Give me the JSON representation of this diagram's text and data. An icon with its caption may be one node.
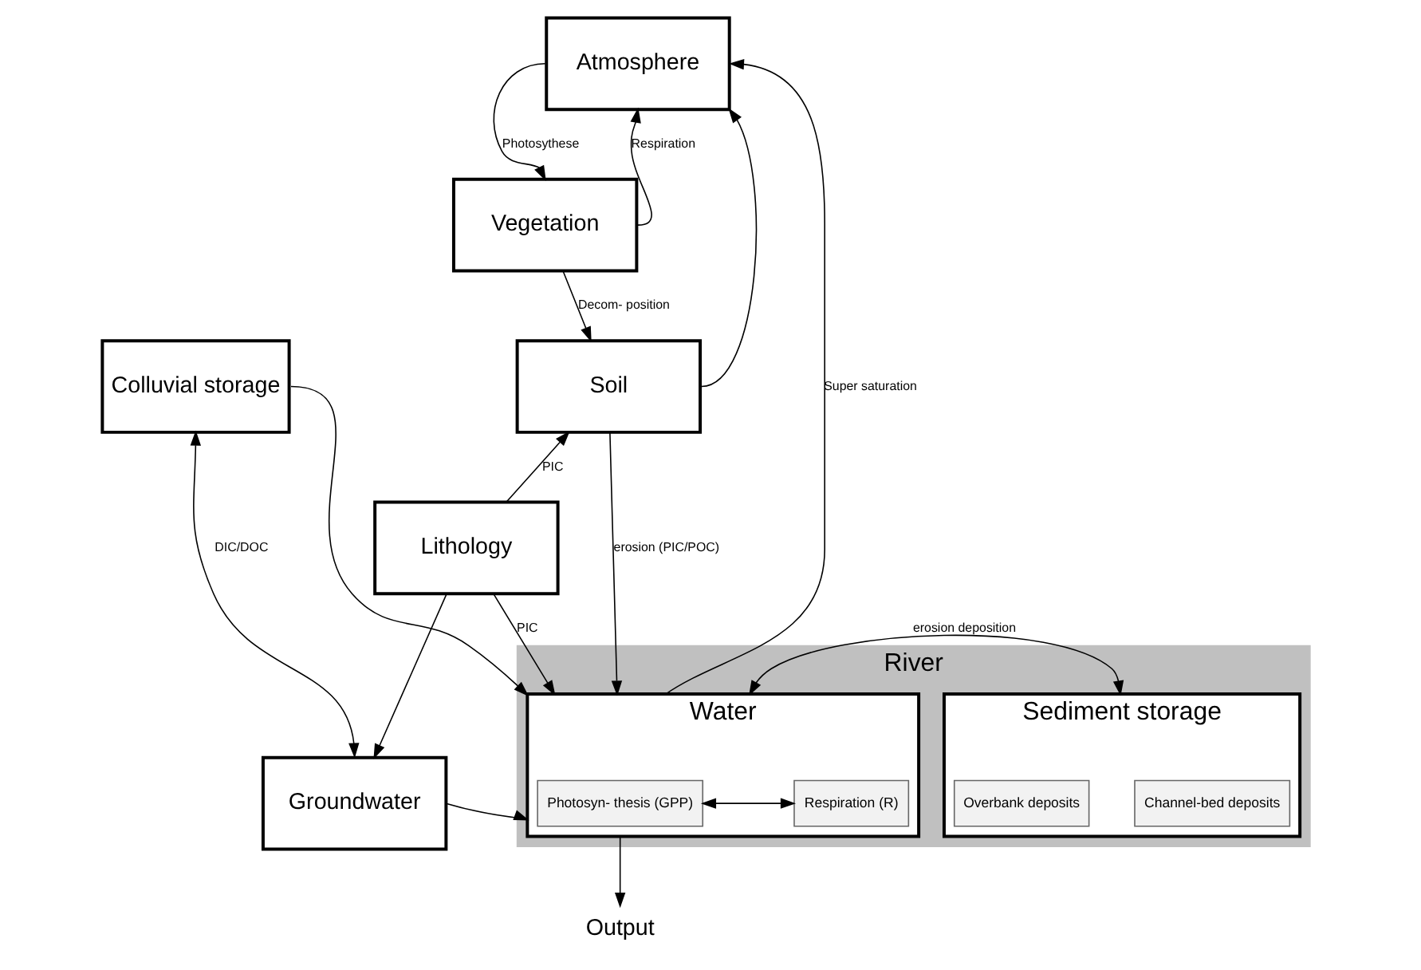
{
  "diagram": {
    "nodes": [
      {
        "text": [
          "Atmosphere"
        ]
      },
      {
        "text": [
          "Vegetation"
        ]
      },
      {
        "text": [
          "Soil"
        ]
      },
      {
        "text": [
          "Colluvial storage"
        ]
      },
      {
        "text": [
          "Groundwater"
        ]
      },
      {
        "text": [
          "Lithology"
        ]
      },
      {
        "text": [
          "River"
        ]
      },
      {
        "text": [
          "Water"
        ],
        "in": 6
      },
      {
        "text": [
          "Photosyn- thesis (GPP)"
        ],
        "in": 7
      },
      {
        "text": [
          "Respiration (R)"
        ],
        "in": 7
      },
      {
        "text": [
          "Sediment storage"
        ],
        "in": 6
      },
      {
        "text": [
          "Channel-bed deposits"
        ],
        "in": 10
      },
      {
        "text": [
          "Overbank deposits"
        ],
        "in": 10
      },
      {
        "text": [
          "Output"
        ]
      }
    ],
    "edges": [
      {
        "from": 0,
        "to": 1,
        "arrow": "to",
        "label": "Photosythese"
      },
      {
        "from": 1,
        "to": 0,
        "arrow": "to",
        "label": "Respiration"
      },
      {
        "from": 2,
        "to": 0,
        "arrow": "to"
      },
      {
        "from": 7,
        "to": 0,
        "arrow": "to",
        "label": "Super saturation"
      },
      {
        "from": 1,
        "to": 2,
        "arrow": "to",
        "label": "Decom- position"
      },
      {
        "from": 5,
        "to": 2,
        "arrow": "to",
        "label": "PIC"
      },
      {
        "from": 2,
        "to": 7,
        "arrow": "to",
        "label": "erosion (PIC/POC)"
      },
      {
        "from": 3,
        "to": 4,
        "arrow": "both",
        "label": "DIC/DOC"
      },
      {
        "from": 3,
        "to": 7,
        "arrow": "to"
      },
      {
        "from": 4,
        "to": 7,
        "arrow": "to"
      },
      {
        "from": 5,
        "to": 4,
        "arrow": "to"
      },
      {
        "from": 5,
        "to": 7,
        "arrow": "to",
        "label": "PIC"
      },
      {
        "from": 8,
        "to": 9,
        "arrow": "both"
      },
      {
        "from": 7,
        "to": 10,
        "arrow": "both",
        "label": "erosion deposition"
      },
      {
        "from": 7,
        "to": 13,
        "arrow": "to"
      }
    ]
  }
}
